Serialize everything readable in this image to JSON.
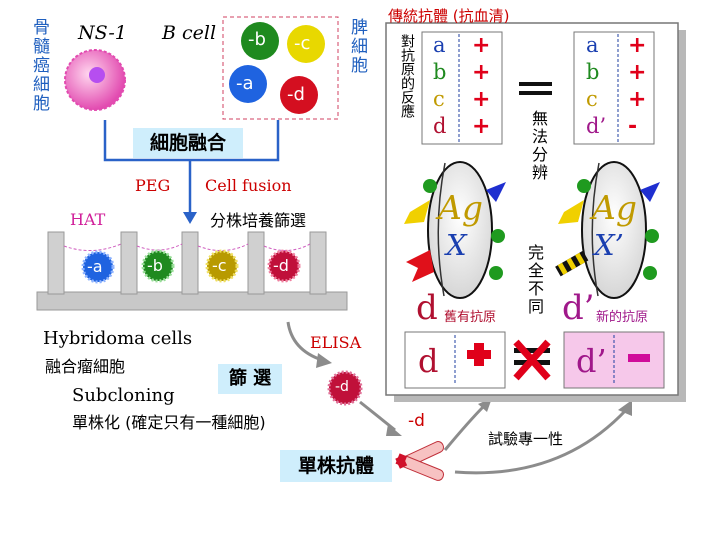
{
  "left": {
    "myeloma_label": "骨髓癌細胞",
    "ns1": "NS-1",
    "bcell": "B cell",
    "spleen_label": "脾細胞",
    "b_cells": [
      "-b",
      "-c",
      "-a",
      "-d"
    ],
    "fusion_box": "細胞融合",
    "peg": "PEG",
    "cell_fusion": "Cell fusion",
    "hat": "HAT",
    "culture_select": "分株培養篩選",
    "wells": [
      "-a",
      "-b",
      "-c",
      "-d"
    ],
    "hybridoma_en": "Hybridoma cells",
    "hybridoma_zh": "融合瘤細胞",
    "screen_box": "篩 選",
    "elisa": "ELISA",
    "elisa_cell": "-d",
    "subcloning_en": "Subcloning",
    "subcloning_zh": "單株化 (確定只有一種細胞)",
    "antibody_label": "-d",
    "mab_box": "單株抗體",
    "specificity_test": "試驗專一性"
  },
  "right": {
    "title": "傳統抗體 (抗血清)",
    "reaction_label": "對抗原的反應",
    "table_left": [
      {
        "antigen": "a",
        "reaction": "+",
        "color": "#1a3fb0"
      },
      {
        "antigen": "b",
        "reaction": "+",
        "color": "#208a20"
      },
      {
        "antigen": "c",
        "reaction": "+",
        "color": "#c09a00"
      },
      {
        "antigen": "d",
        "reaction": "+",
        "color": "#b01030"
      }
    ],
    "table_right": [
      {
        "antigen": "a",
        "reaction": "+",
        "color": "#1a3fb0"
      },
      {
        "antigen": "b",
        "reaction": "+",
        "color": "#208a20"
      },
      {
        "antigen": "c",
        "reaction": "+",
        "color": "#c09a00"
      },
      {
        "antigen": "d’",
        "reaction": "-",
        "color": "#a0188a"
      }
    ],
    "equals": "＝",
    "indistinguishable": "無法分辨",
    "ag": "Ag",
    "x_left": "X",
    "x_right": "X’",
    "completely_different": "完全不同",
    "d_old": "d",
    "old_antigen": "舊有抗原",
    "d_new": "d’",
    "new_antigen": "新的抗原",
    "result_left_letter": "d",
    "result_left_sign": "+",
    "result_right_letter": "d’",
    "result_right_sign": "-",
    "not_equal": "＝"
  },
  "colors": {
    "blue_text": "#1f5fbf",
    "red_text": "#cc0000",
    "red_plus": "#e0001a",
    "magenta": "#a0188a",
    "pink_bg": "#f6c8ea",
    "box_bg": "#cfeefc"
  }
}
